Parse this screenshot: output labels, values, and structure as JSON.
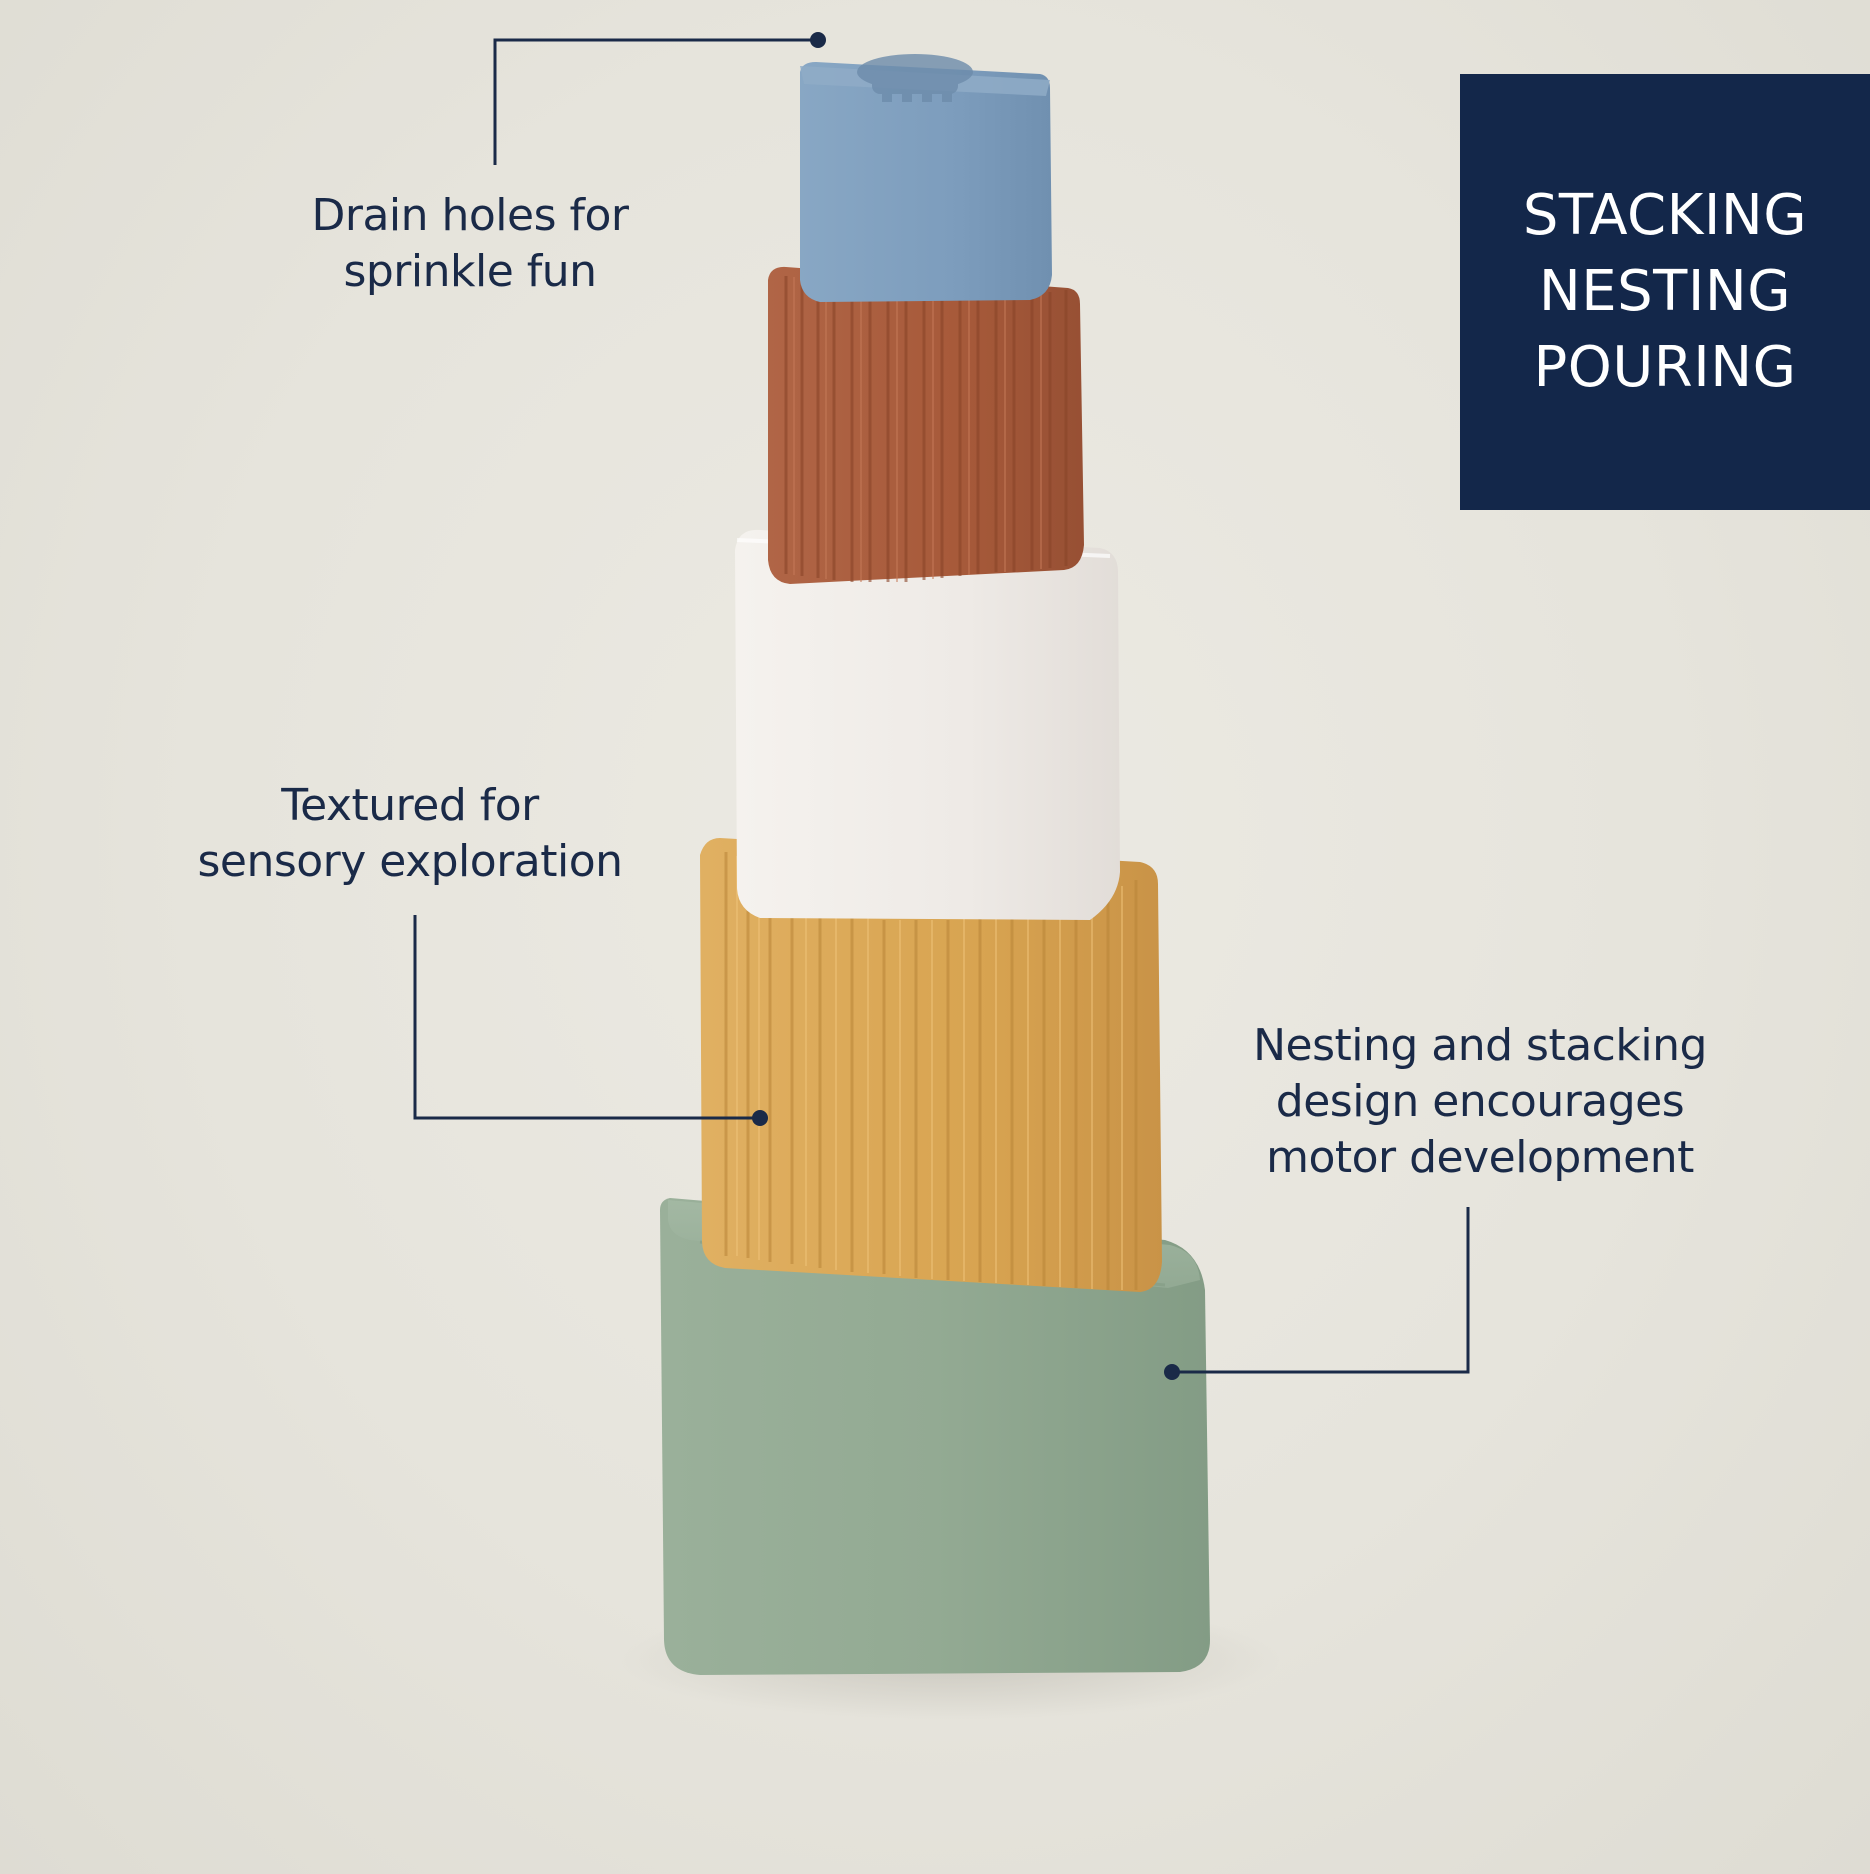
{
  "callouts": {
    "drain": {
      "line1": "Drain holes for",
      "line2": "sprinkle fun"
    },
    "texture": {
      "line1": "Textured for",
      "line2": "sensory exploration"
    },
    "nesting": {
      "line1": "Nesting and stacking",
      "line2": "design encourages",
      "line3": "motor development"
    }
  },
  "badge": {
    "line1": "STACKING",
    "line2": "NESTING",
    "line3": "POURING"
  },
  "colors": {
    "background": "#e8e6df",
    "navy": "#13274a",
    "callout_text": "#1a2a48",
    "cup_blue": "#7d9dbd",
    "cup_rust": "#a75a3a",
    "cup_cream": "#eeeae5",
    "cup_mustard": "#d9a553",
    "cup_sage": "#93aa93"
  },
  "icons": {
    "stacked_cups": "stacking-cups-product-photo",
    "leader_dot": "callout-dot"
  }
}
